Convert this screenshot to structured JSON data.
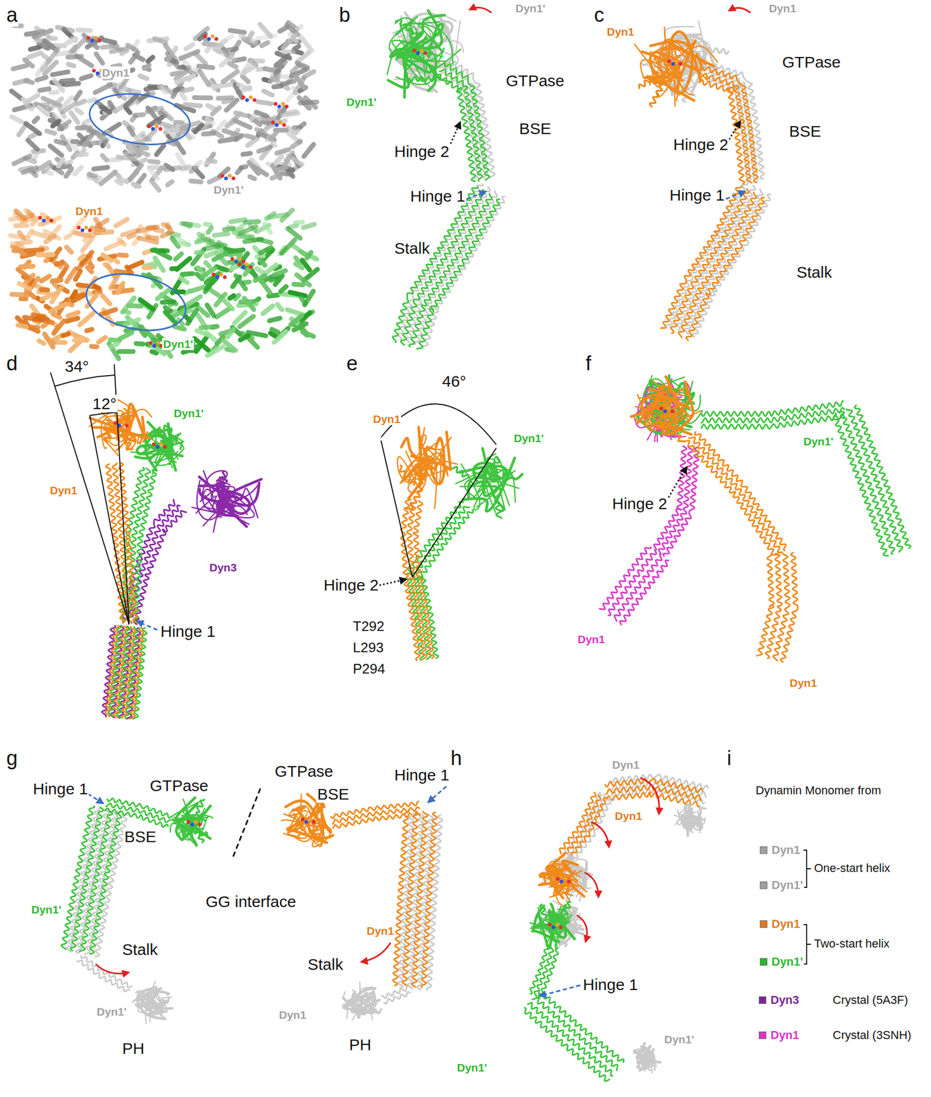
{
  "diagram": {
    "labels": [
      "a",
      "Dyn1",
      "Dyn1'",
      "Dyn1",
      "Dyn1'",
      "b",
      "Dyn1'",
      "GTPase",
      "Dyn1'",
      "BSE",
      "Hinge 2",
      "Hinge 1",
      "Stalk",
      "c",
      "Dyn1",
      "Dyn1",
      "GTPase",
      "BSE",
      "Hinge 2",
      "Hinge 1",
      "Stalk",
      "d",
      "34°",
      "12°",
      "Dyn1'",
      "Dyn1",
      "Dyn3",
      "Hinge 1",
      "e",
      "46°",
      "Dyn1",
      "Dyn1'",
      "Hinge 2",
      "T292",
      "L293",
      "P294",
      "f",
      "Dyn1'",
      "Hinge 2",
      "Dyn1",
      "Dyn1",
      "g",
      "GTPase",
      "GTPase",
      "Hinge 1",
      "BSE",
      "BSE",
      "Hinge 1",
      "Dyn1'",
      "GG interface",
      "Stalk",
      "Stalk",
      "Dyn1",
      "Dyn1'",
      "PH",
      "Dyn1",
      "PH",
      "h",
      "Dyn1",
      "Dyn1",
      "Hinge 1",
      "Dyn1'",
      "Dyn1'",
      "i",
      "Dynamin Monomer from",
      "One-start helix",
      "Two-start helix",
      "Crystal (5A3F)",
      "Crystal (3SNH)"
    ],
    "legend": [
      {
        "text": "Dyn1",
        "color": "#a0a0a0"
      },
      {
        "text": "Dyn1'",
        "color": "#a0a0a0"
      },
      {
        "text": "Dyn1",
        "color": "#e07a1c"
      },
      {
        "text": "Dyn1'",
        "color": "#2eb82e"
      },
      {
        "text": "Dyn3",
        "color": "#7b2595"
      },
      {
        "text": "Dyn1",
        "color": "#d834c6"
      }
    ]
  }
}
